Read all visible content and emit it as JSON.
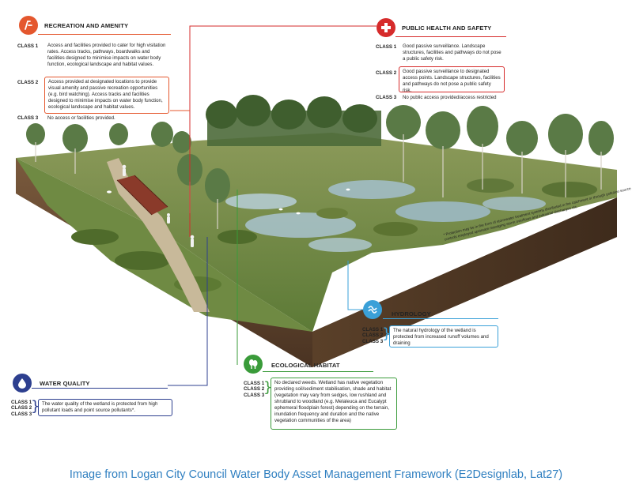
{
  "recreation": {
    "title": "RECREATION AND AMENITY",
    "color": "#e4572e",
    "class1_label": "CLASS 1",
    "class1_text": "Access and facilities provided to cater for high visitation rates.  Access tracks, pathways, boardwalks and facilities designed to minimise impacts on water body function, ecological landscape and habitat values.",
    "class2_label": "CLASS 2",
    "class2_text": "Access provided at designated locations to provide visual amenity and passive recreation opportunities (e.g. bird watching). Access tracks and facilities designed to minimise impacts on water body function, ecological landscape and habitat values.",
    "class3_label": "CLASS 3",
    "class3_text": "No access or facilities provided."
  },
  "public_health": {
    "title": "PUBLIC HEALTH AND SAFETY",
    "color": "#d62b2b",
    "class1_label": "CLASS 1",
    "class1_text": "Good passive surveillance. Landscape structures, facilities and pathways do not pose a public safety risk.",
    "class2_label": "CLASS 2",
    "class2_text": "Good passive surveillance to designated access points.  Landscape structures, facilities and pathways do not pose a public safety risk.",
    "class3_label": "CLASS 3",
    "class3_text": "No public access provided/access restricted"
  },
  "hydrology": {
    "title": "HYDROLOGY",
    "color": "#3aa0d8",
    "class_labels": [
      "CLASS 1",
      "CLASS 2",
      "CLASS 3"
    ],
    "text": "The natural hydrology of the wetland is protected from increased runoff volumes and draining"
  },
  "water_quality": {
    "title": "WATER QUALITY",
    "color": "#2d3f8f",
    "class_labels": [
      "CLASS 1",
      "CLASS 2",
      "CLASS 3"
    ],
    "text": "The water quality of the wetland is protected from high pollutant loads and point source pollutants*."
  },
  "ecological": {
    "title": "ECOLOGICAL HABITAT",
    "color": "#3a9b3a",
    "class_labels": [
      "CLASS 1",
      "CLASS 2",
      "CLASS 3"
    ],
    "text": "No declared weeds. Wetland has native vegetation providing soil/sediment stabilisation, shade and habitat (vegetation may vary from sedges, low rushland and shrubland to woodland (e.g. Melaleuca and Eucalypt ephemeral floodplain forest) depending on the terrain, inundation frequency and duration and the native vegetation communities of the area)"
  },
  "footnote": "* Protection may be in the form of stormwater treatment systems distributed in the catchment or through pollution source controls employed upstream managing storm overflows and industrial discharges etc.",
  "caption": "Image from Logan City Council Water Body Asset Management Framework (E2Designlab, Lat27)"
}
